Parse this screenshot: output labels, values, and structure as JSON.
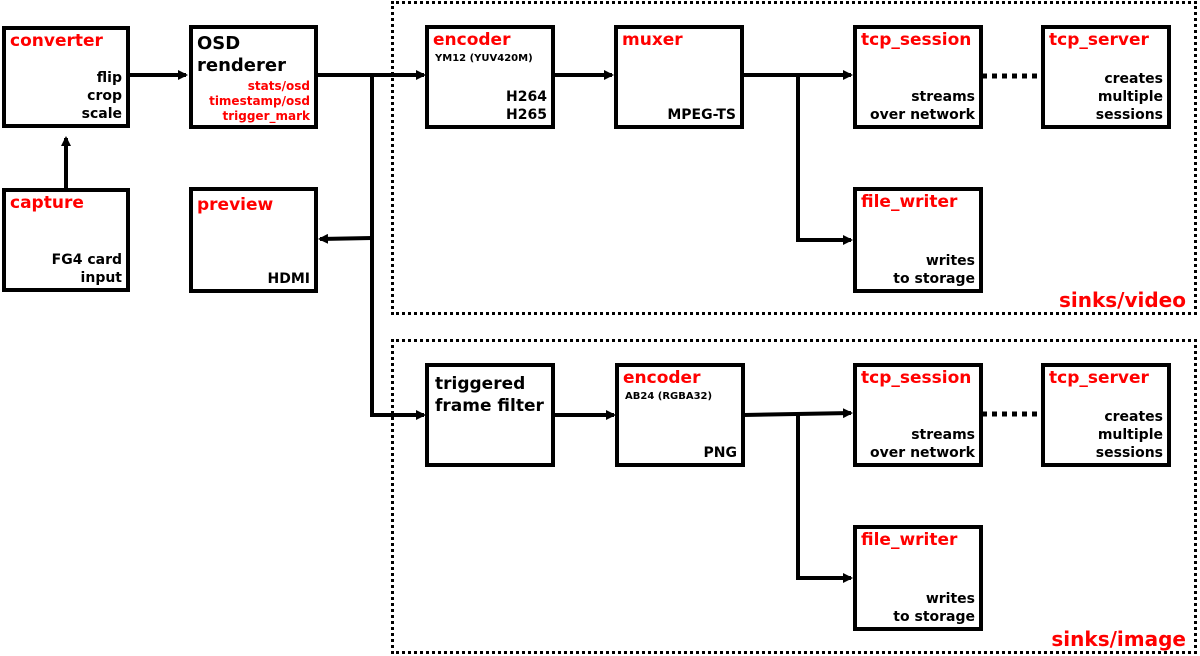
{
  "nodes": {
    "converter": {
      "title": "converter",
      "desc": [
        "flip",
        "crop",
        "scale"
      ]
    },
    "capture": {
      "title": "capture",
      "desc": [
        "FG4 card",
        "input"
      ]
    },
    "osd": {
      "title": "OSD\nrenderer",
      "desc": [
        "stats/osd",
        "timestamp/osd",
        "trigger_mark"
      ]
    },
    "preview": {
      "title": "preview",
      "desc": [
        "HDMI"
      ]
    },
    "video_encoder": {
      "title": "encoder",
      "sub": "YM12 (YUV420M)",
      "desc": [
        "H264",
        "H265"
      ]
    },
    "video_muxer": {
      "title": "muxer",
      "desc": [
        "MPEG-TS"
      ]
    },
    "video_tcp_session": {
      "title": "tcp_session",
      "desc": [
        "streams",
        "over network"
      ]
    },
    "video_tcp_server": {
      "title": "tcp_server",
      "desc": [
        "creates",
        "multiple",
        "sessions"
      ]
    },
    "video_file_writer": {
      "title": "file_writer",
      "desc": [
        "writes",
        "to storage"
      ]
    },
    "frame_filter": {
      "title": "triggered\nframe filter",
      "desc": []
    },
    "image_encoder": {
      "title": "encoder",
      "sub": "AB24 (RGBA32)",
      "desc": [
        "PNG"
      ]
    },
    "image_tcp_session": {
      "title": "tcp_session",
      "desc": [
        "streams",
        "over network"
      ]
    },
    "image_tcp_server": {
      "title": "tcp_server",
      "desc": [
        "creates",
        "multiple",
        "sessions"
      ]
    },
    "image_file_writer": {
      "title": "file_writer",
      "desc": [
        "writes",
        "to storage"
      ]
    }
  },
  "groups": {
    "video": "sinks/video",
    "image": "sinks/image"
  }
}
